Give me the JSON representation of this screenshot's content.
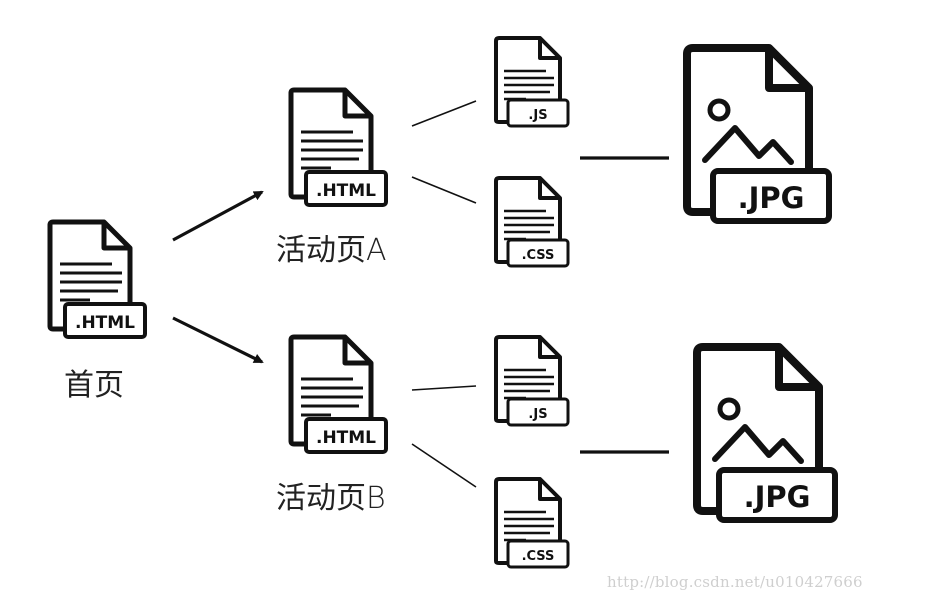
{
  "nodes": {
    "home": {
      "caption": "首页",
      "ext": ".HTML"
    },
    "page_a": {
      "caption": "活动页A",
      "ext": ".HTML",
      "js": ".JS",
      "css": ".CSS",
      "img": ".JPG"
    },
    "page_b": {
      "caption": "活动页B",
      "ext": ".HTML",
      "js": ".JS",
      "css": ".CSS",
      "img": ".JPG"
    }
  },
  "watermark": "http://blog.csdn.net/u010427666"
}
